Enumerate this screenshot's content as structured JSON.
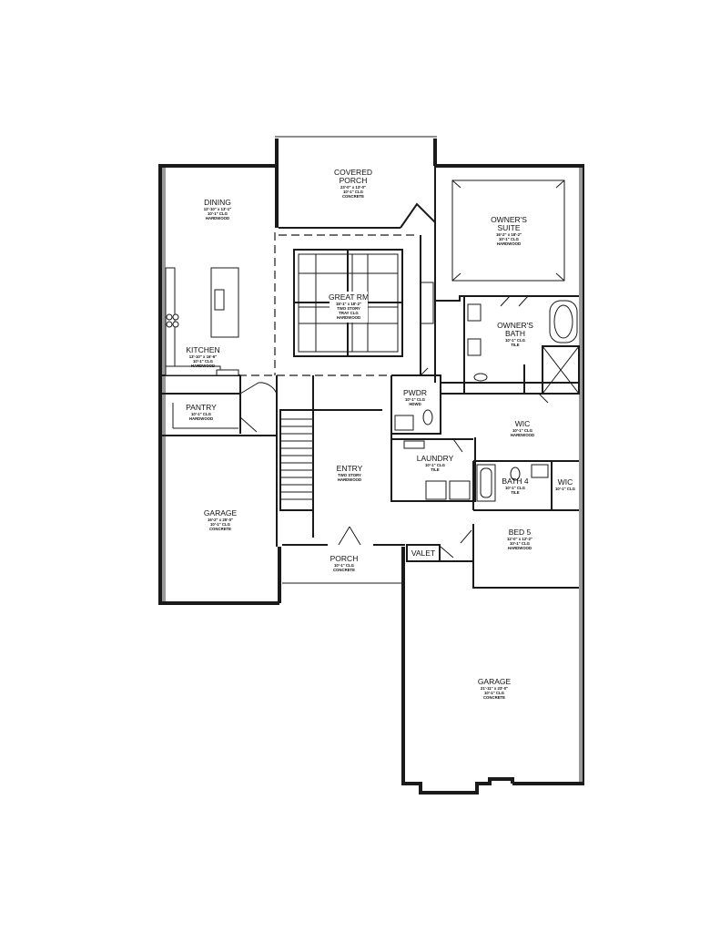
{
  "colors": {
    "line": "#1a1a1a",
    "background": "#ffffff"
  },
  "rooms": {
    "covered_porch": {
      "name_line1": "COVERED",
      "name_line2": "PORCH",
      "dims": "23'-0\" x 13'-0\"",
      "ceiling": "10'-1\" CLG",
      "floor": "CONCRETE"
    },
    "dining": {
      "name": "DINING",
      "dims": "12'-10\" x 13'-1\"",
      "ceiling": "10'-1\" CLG",
      "floor": "HARDWOOD"
    },
    "owners_suite": {
      "name_line1": "OWNER'S",
      "name_line2": "SUITE",
      "dims": "16'-2\" x 18'-2\"",
      "ceiling": "10'-1\" CLG",
      "floor": "HARDWOOD"
    },
    "great_rm": {
      "name": "GREAT RM",
      "dims": "18'-1\" x 18'-2\"",
      "ceiling": "TWO STORY",
      "ceiling2": "TRAY CLG",
      "floor": "HARDWOOD"
    },
    "owners_bath": {
      "name_line1": "OWNER'S",
      "name_line2": "BATH",
      "ceiling": "10'-1\" CLG",
      "floor": "TILE"
    },
    "kitchen": {
      "name": "KITCHEN",
      "dims": "13'-10\" x 16'-6\"",
      "ceiling": "10'-1\" CLG",
      "floor": "HARDWOOD"
    },
    "pantry": {
      "name": "PANTRY",
      "ceiling": "10'-1\" CLG",
      "floor": "HARDWOOD"
    },
    "pwdr": {
      "name": "PWDR",
      "ceiling": "10'-1\" CLG",
      "floor": "HDWD"
    },
    "wic_main": {
      "name": "WIC",
      "ceiling": "10'-1\" CLG",
      "floor": "HARDWOOD"
    },
    "laundry": {
      "name": "LAUNDRY",
      "ceiling": "10'-1\" CLG",
      "floor": "TILE"
    },
    "entry": {
      "name": "ENTRY",
      "ceiling": "TWO STORY",
      "floor": "HARDWOOD"
    },
    "bath4": {
      "name": "BATH 4",
      "ceiling": "10'-1\" CLG",
      "floor": "TILE"
    },
    "wic_small": {
      "name": "WIC",
      "ceiling": "10'-1\" CLG"
    },
    "garage_left": {
      "name": "GARAGE",
      "dims": "16'-2\" x 25'-0\"",
      "ceiling": "10'-1\" CLG",
      "floor": "CONCRETE"
    },
    "bed5": {
      "name": "BED 5",
      "dims": "12'-0\" x 12'-2\"",
      "ceiling": "10'-1\" CLG",
      "floor": "HARDWOOD"
    },
    "valet": {
      "name": "VALET"
    },
    "porch": {
      "name": "PORCH",
      "ceiling": "10'-1\" CLG",
      "floor": "CONCRETE"
    },
    "garage_right": {
      "name": "GARAGE",
      "dims": "21'-11\" x 23'-0\"",
      "ceiling": "10'-1\" CLG",
      "floor": "CONCRETE"
    }
  }
}
